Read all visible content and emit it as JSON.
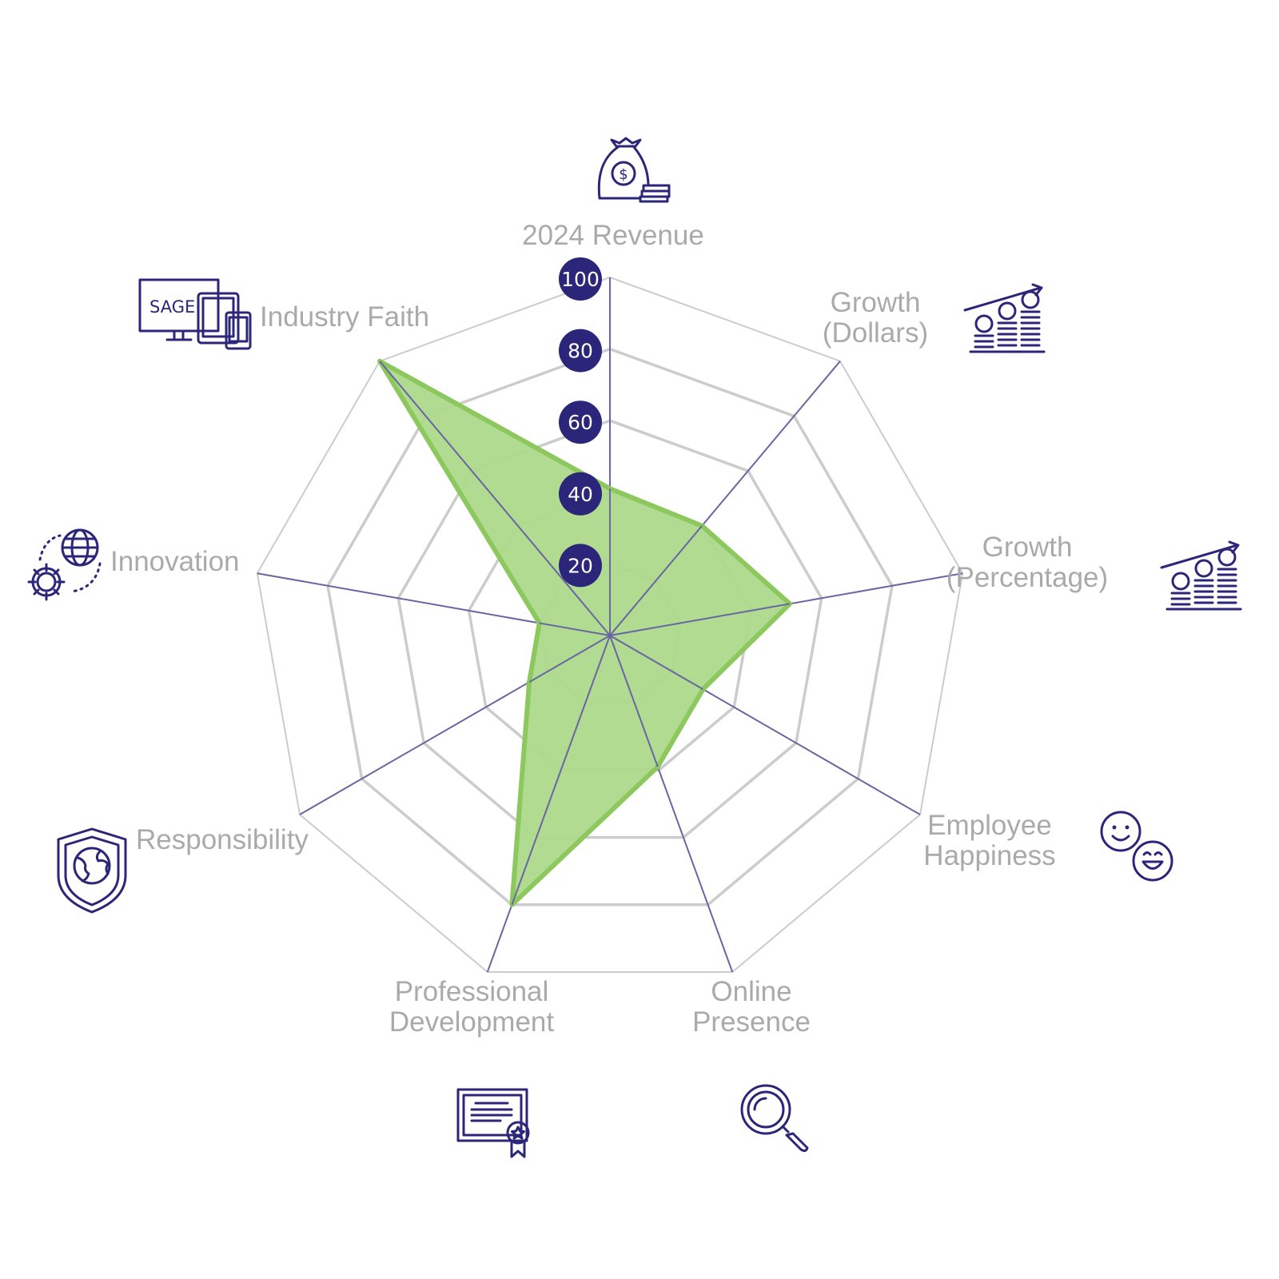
{
  "chart_data": {
    "type": "radar",
    "axes": [
      "2024 Revenue",
      "Growth (Dollars)",
      "Growth (Percentage)",
      "Employee Happiness",
      "Online Presence",
      "Professional Development",
      "Responsibility",
      "Innovation",
      "Industry Faith"
    ],
    "axis_label_lines": [
      [
        "2024 Revenue"
      ],
      [
        "Growth",
        "(Dollars)"
      ],
      [
        "Growth",
        "(Percentage)"
      ],
      [
        "Employee",
        "Happiness"
      ],
      [
        "Online",
        "Presence"
      ],
      [
        "Professional",
        "Development"
      ],
      [
        "Responsibility"
      ],
      [
        "Innovation"
      ],
      [
        "Industry Faith"
      ]
    ],
    "values": [
      41,
      40,
      51,
      30,
      39,
      80,
      26,
      20,
      100
    ],
    "scale_ticks": [
      20,
      40,
      60,
      80,
      100
    ],
    "range": [
      0,
      100
    ],
    "grid": true,
    "colors": {
      "fill": "#acd98b",
      "stroke": "#8cc85e",
      "spoke": "#6a65a3",
      "grid": "#cccccc",
      "tick_badge": "#2b2679",
      "label": "#aaaaaa"
    }
  },
  "icons": {
    "revenue": "money-bag-icon",
    "growth_dollars": "coin-stacks-chart-icon",
    "growth_percentage": "coin-stacks-chart-icon",
    "employee_happiness": "smiley-faces-icon",
    "online_presence": "magnifier-icon",
    "professional_development": "certificate-icon",
    "responsibility": "shield-globe-icon",
    "innovation": "globe-gear-icon",
    "industry_faith": "devices-icon",
    "industry_faith_logo_text": "SAGE"
  }
}
